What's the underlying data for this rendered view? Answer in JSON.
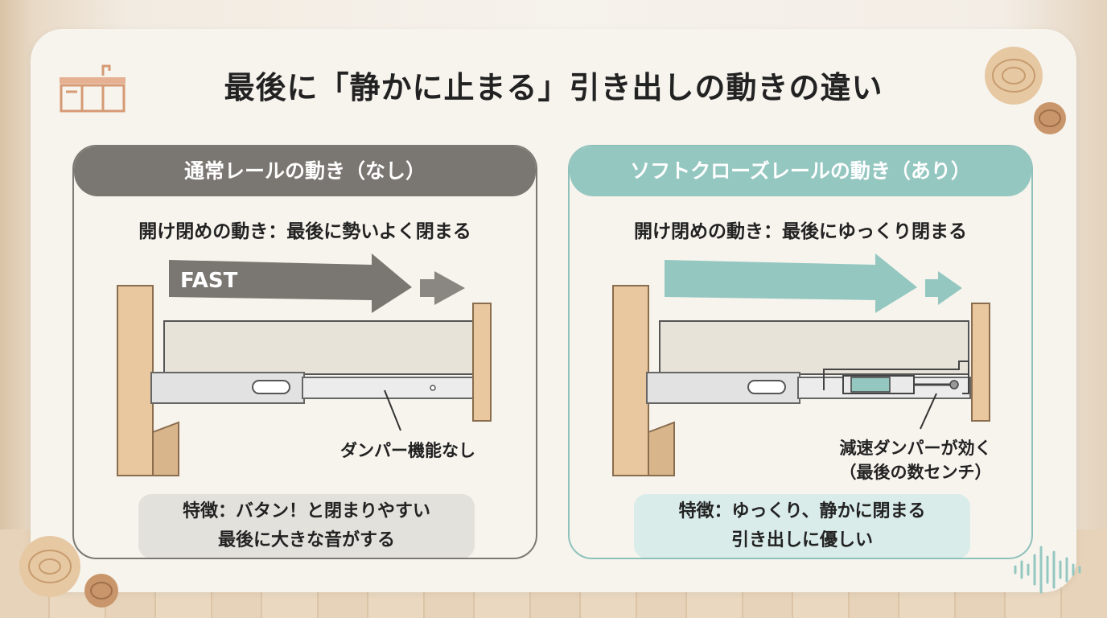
{
  "title": "最後に「静かに止まる」引き出しの動きの違い",
  "left_panel": {
    "header": "通常レールの動き（なし）",
    "subtitle": "開け閉めの動き：最後に勢いよく閉まる",
    "arrow_label": "FAST",
    "callout": "ダンパー機能なし",
    "feature_line1": "特徴：バタン！と閉まりやすい",
    "feature_line2": "最後に大きな音がする"
  },
  "right_panel": {
    "header": "ソフトクローズレールの動き（あり）",
    "subtitle": "開け閉めの動き：最後にゆっくり閉まる",
    "callout_line1": "減速ダンパーが効く",
    "callout_line2": "（最後の数センチ）",
    "feature_line1": "特徴：ゆっくり、静かに閉まる",
    "feature_line2": "引き出しに優しい"
  },
  "icons": {
    "kitchen": "kitchen-sink-icon",
    "sound": "sound-wave-icon",
    "wood": "wood-slice-icon"
  },
  "colors": {
    "left_accent": "#7a7671",
    "right_accent": "#95c7c1",
    "wood": "#e9c79f",
    "rail": "#d9d9d9"
  }
}
